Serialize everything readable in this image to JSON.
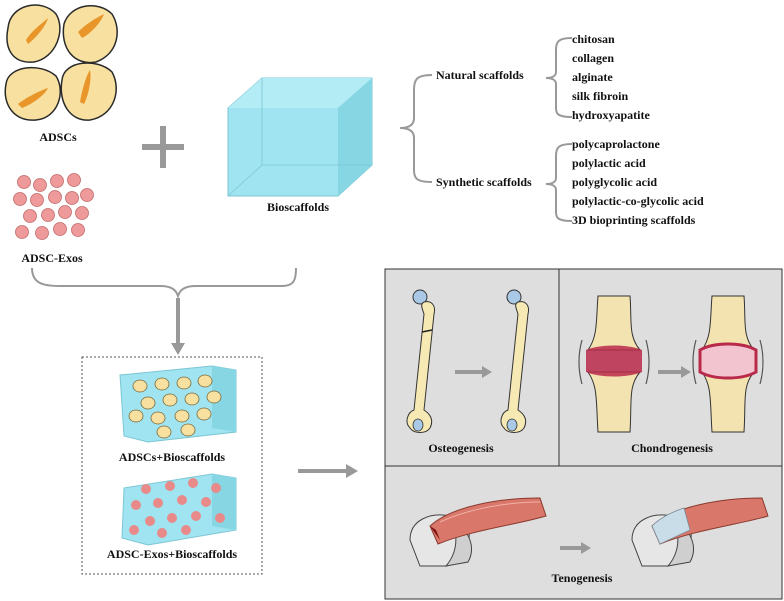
{
  "labels": {
    "adscs": "ADSCs",
    "adsc_exos": "ADSC-Exos",
    "bioscaffolds": "Bioscaffolds",
    "adscs_bioscaffolds": "ADSCs+Bioscaffolds",
    "adsc_exos_bioscaffolds": "ADSC-Exos+Bioscaffolds",
    "osteogenesis": "Osteogenesis",
    "chondrogenesis": "Chondrogenesis",
    "tenogenesis": "Tenogenesis"
  },
  "scaffolds": {
    "natural": {
      "label": "Natural scaffolds",
      "items": [
        "chitosan",
        "collagen",
        "alginate",
        "silk fibroin",
        "hydroxyapatite"
      ]
    },
    "synthetic": {
      "label": "Synthetic scaffolds",
      "items": [
        "polycaprolactone",
        "polylactic acid",
        "polyglycolic acid",
        "polylactic-co-glycolic acid",
        "3D bioprinting scaffolds"
      ]
    }
  },
  "colors": {
    "cell_fill": "#f7e0a0",
    "cell_stroke": "#2a2a2a",
    "nucleus": "#e8962a",
    "exosome": "#ee9a9a",
    "scaffold": "#9fe4f0",
    "panel_bg": "#dedede",
    "arrow": "#999999",
    "bone": "#f6e9b4",
    "muscle": "#d9776a"
  }
}
